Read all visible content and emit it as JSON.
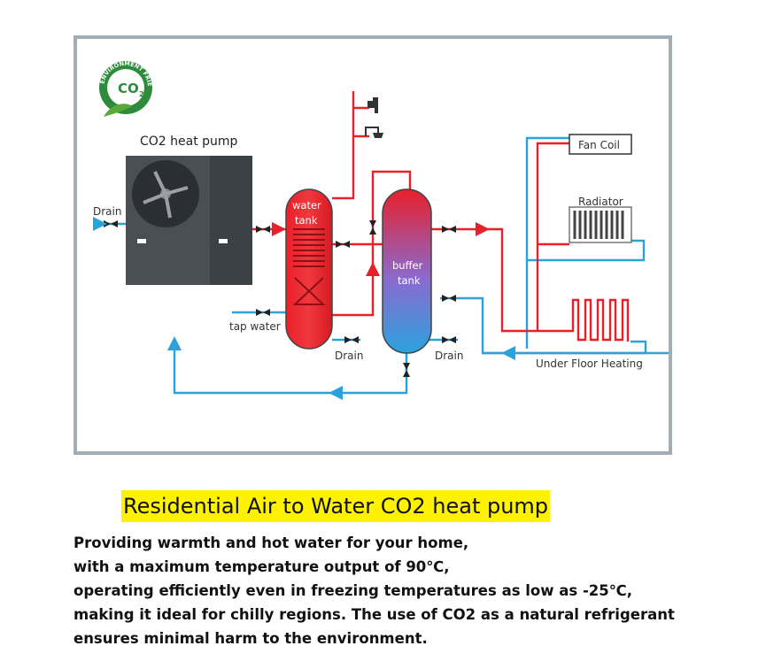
{
  "badge": {
    "ring_text": "ENVIRONMENT FRIENDLY",
    "center_text": "CO",
    "subscript": "2",
    "color": "#2e8b3c"
  },
  "diagram": {
    "heat_pump_label": "CO2 heat pump",
    "drain_left": "Drain",
    "water_tank_line1": "water",
    "water_tank_line2": "tank",
    "tap_water": "tap water",
    "buffer_tank_line1": "buffer",
    "buffer_tank_line2": "tank",
    "drain_water_tank": "Drain",
    "drain_buffer_tank": "Drain",
    "fan_coil": "Fan Coil",
    "radiator": "Radiator",
    "under_floor": "Under Floor Heating",
    "colors": {
      "hot": "#e8202a",
      "cold": "#2aa3dc",
      "frame": "#a3adb6"
    }
  },
  "headline": "Residential Air to Water CO2 heat pump",
  "description": [
    "Providing warmth and hot water for your home,",
    "with a maximum temperature output of 90℃,",
    "operating efficiently even in freezing temperatures as low as -25℃,",
    "making it ideal for chilly regions. The use of CO2 as a natural refrigerant",
    "ensures minimal harm to the environment."
  ]
}
